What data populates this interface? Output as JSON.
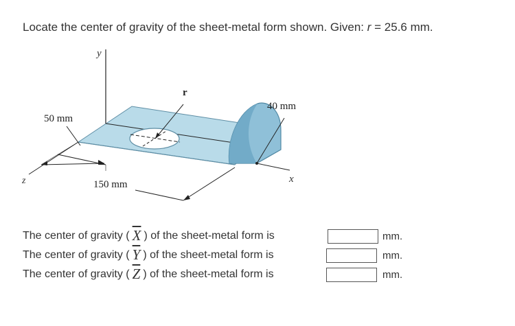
{
  "question": {
    "prefix": "Locate the center of gravity of the sheet-metal form shown. Given: ",
    "var": "r",
    "suffix": " = 25.6 mm."
  },
  "figure": {
    "labels": {
      "y": "y",
      "z": "z",
      "x": "x",
      "r": "r",
      "dim_50": "50 mm",
      "dim_40": "40 mm",
      "dim_150": "150 mm"
    },
    "colors": {
      "plate": "#b9dbe9",
      "plate_edge": "#5d8da4",
      "semicircle": "#8fc0d8",
      "semicircle_edge": "#4f87a3"
    }
  },
  "answers": [
    {
      "prefix": "The center of gravity (",
      "symbol": "X",
      "suffix": ") of the sheet-metal form is",
      "value": "",
      "unit": "mm."
    },
    {
      "prefix": "The center of gravity (",
      "symbol": "Y",
      "suffix": ") of the sheet-metal form is",
      "value": "",
      "unit": "mm."
    },
    {
      "prefix": "The center of gravity (",
      "symbol": "Z",
      "suffix": ") of the sheet-metal form is",
      "value": "",
      "unit": "mm."
    }
  ]
}
